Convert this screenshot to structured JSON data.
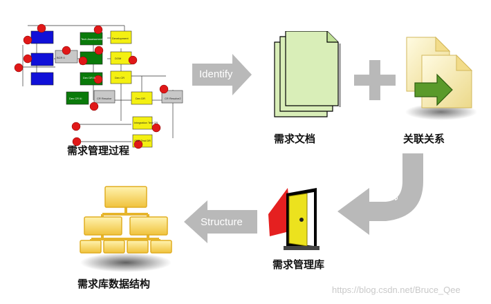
{
  "captions": {
    "process": "需求管理过程",
    "doc": "需求文档",
    "relation": "关联关系",
    "repo": "需求管理库",
    "structure": "需求库数据结构"
  },
  "arrows": {
    "identify": "Identify",
    "scope": "Scope",
    "structure": "Structure"
  },
  "flowchart_labels": {
    "box1": "BCR 0",
    "box2": "Tech Assessment",
    "box3": "Development",
    "box4": "DOM",
    "box5": "Dev CR",
    "box6": "Dev DR",
    "box7": "Dev DR B",
    "box8": "Dev CR III",
    "box9": "CR Resolve",
    "box10": "CR Resolve2",
    "box11": "Integration Test CR",
    "box12": "GDP Test DR"
  },
  "watermark": "https://blog.csdn.net/Bruce_Qee",
  "colors": {
    "arrow_gray": "#b9b9b9",
    "doc_green": "#d9eeb8",
    "folder_gold": "#f2d26a",
    "door_yellow": "#e9e21a",
    "door_red": "#e52020"
  }
}
